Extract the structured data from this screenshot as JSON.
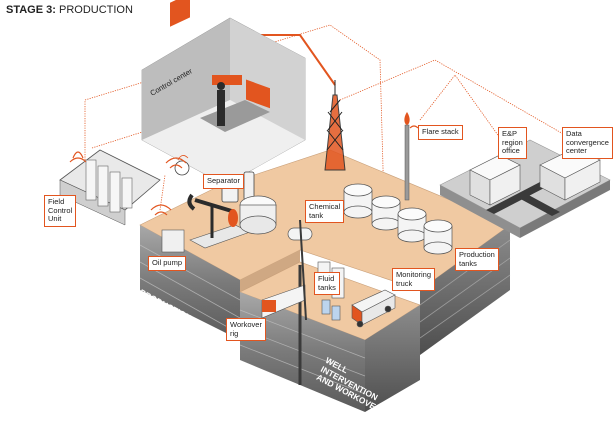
{
  "title": {
    "stage": "STAGE 3:",
    "name": "PRODUCTION"
  },
  "labels": {
    "control_center": "Control center",
    "field_control_unit": "Field\nControl\nUnit",
    "separator": "Separator",
    "oil_pump": "Oil pump",
    "chemical_tank": "Chemical\ntank",
    "flare_stack": "Flare stack",
    "ep_region_office": "E&P\nregion\noffice",
    "data_convergence_center": "Data\nconvergence\ncenter",
    "production_tanks": "Production\ntanks",
    "monitoring_truck": "Monitoring\ntruck",
    "fluid_tanks": "Fluid\ntanks",
    "workover_rig": "Workover\nrig",
    "production_operation": "PRODUCTION\nOPERATION",
    "well_intervention": "WELL\nINTERVENTION\nAND WORKOVER"
  },
  "colors": {
    "accent": "#e2551f",
    "ground": "#f0c9a2",
    "soil_dark": "#6e6e6e",
    "soil_mid": "#9b9b9b",
    "concrete": "#bdbdbd",
    "equipment": "#f2f2f2"
  }
}
